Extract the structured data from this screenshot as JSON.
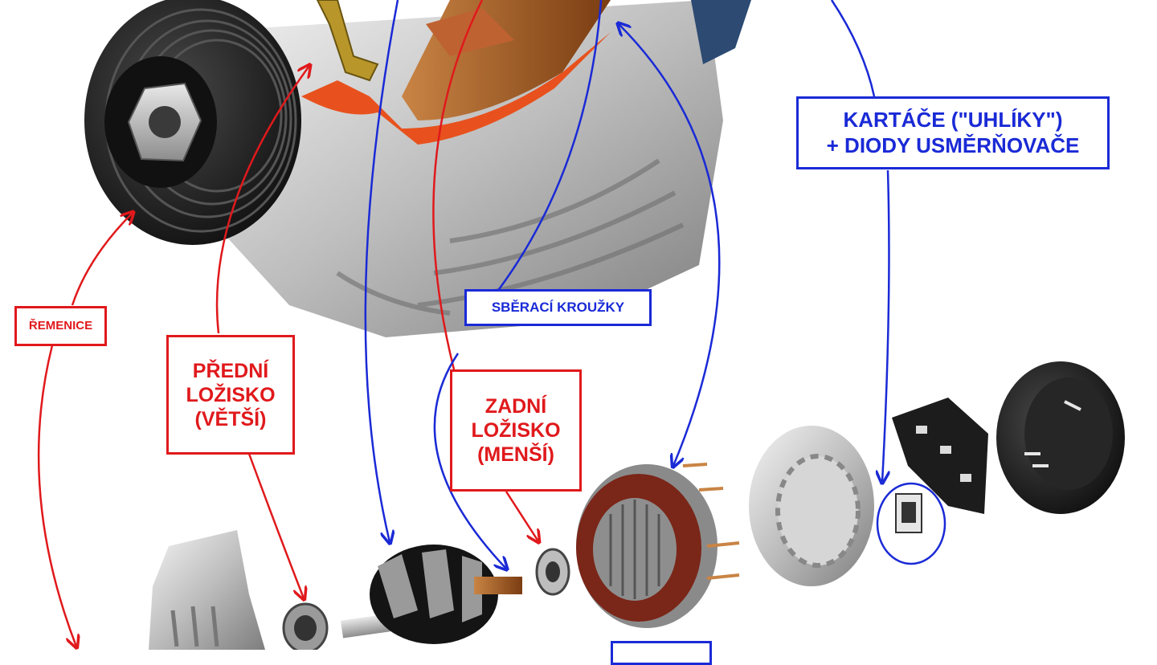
{
  "labels": {
    "remenice": "ŘEMENICE",
    "predni": [
      "PŘEDNÍ",
      "LOŽISKO",
      "(VĚTŠÍ)"
    ],
    "zadni": [
      "ZADNÍ",
      "LOŽISKO",
      "(MENŠÍ)"
    ],
    "sberaci": "SBĚRACÍ KROUŽKY",
    "kartace": [
      "KARTÁČE (\"UHLÍKY\")",
      "+ DIODY USMĚRŇOVAČE"
    ]
  },
  "colors": {
    "red": "#e0191c",
    "blue": "#1a2ad6"
  }
}
